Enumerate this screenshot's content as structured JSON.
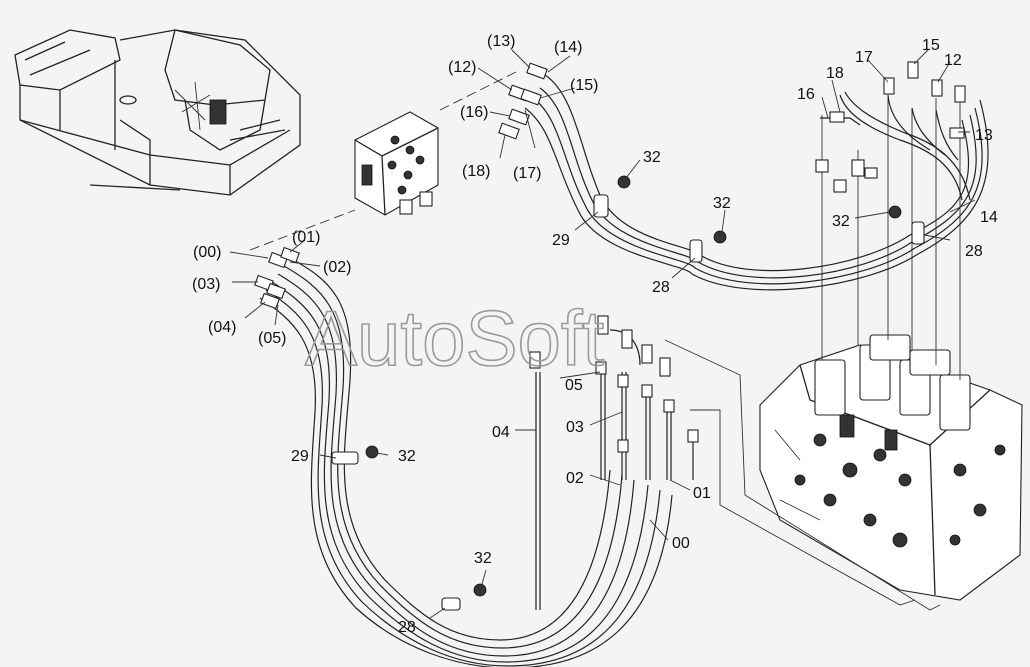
{
  "watermark": "AutoSoft",
  "labels": {
    "l13p": "(13)",
    "l14p": "(14)",
    "l12p": "(12)",
    "l15p": "(15)",
    "l16p": "(16)",
    "l18p": "(18)",
    "l17p": "(17)",
    "l00p": "(00)",
    "l01p": "(01)",
    "l02p": "(02)",
    "l03p": "(03)",
    "l04p": "(04)",
    "l05p": "(05)",
    "c17": "17",
    "c15": "15",
    "c12": "12",
    "c18": "18",
    "c16": "16",
    "c13": "13",
    "c14": "14",
    "c28a": "28",
    "c28b": "28",
    "c28c": "28",
    "c29a": "29",
    "c29b": "29",
    "c32a": "32",
    "c32b": "32",
    "c32c": "32",
    "c32d": "32",
    "c32e": "32",
    "c05": "05",
    "c04": "04",
    "c03": "03",
    "c02": "02",
    "c01": "01",
    "c00": "00"
  }
}
